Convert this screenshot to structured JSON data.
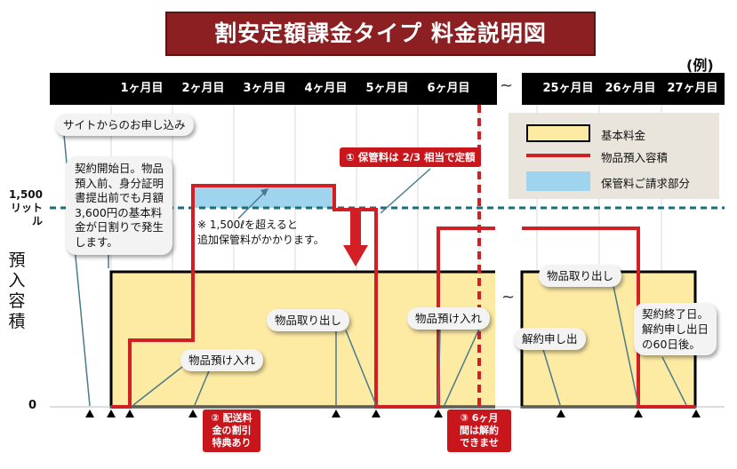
{
  "title": "割安定額課金タイプ 料金説明図",
  "example_label": "(例)",
  "timeline": {
    "months": [
      "1ヶ月目",
      "2ヶ月目",
      "3ヶ月目",
      "4ヶ月目",
      "5ヶ月目",
      "6ヶ月目",
      "25ヶ月目",
      "26ヶ月目",
      "27ヶ月目"
    ],
    "gap_symbol": "~"
  },
  "y_axis": {
    "capacity_label": "1,500\nリットル",
    "zero_label": "0",
    "title": "預入容積"
  },
  "legend": {
    "items": [
      {
        "label": "基本料金",
        "color": "#fdeaa3"
      },
      {
        "label": "物品預入容積",
        "color": "#d21f26"
      },
      {
        "label": "保管料ご請求部分",
        "color": "#9fd4ee"
      }
    ]
  },
  "callouts": {
    "online_apply": "サイトからのお申し込み",
    "contract_start": "契約開始日。物品\n預入前、身分証明\n書提出前でも月額\n3,600円の基本料\n金が日割りで発生\nします。",
    "deposit_1": "物品預け入れ",
    "retrieve_1": "物品取り出し",
    "deposit_2": "物品預け入れ",
    "cancel_request": "解約申し出",
    "retrieve_2": "物品取り出し",
    "contract_end": "契約終了日。\n解約申し出日\nの60日後。",
    "overflow_note": "※ 1,500ℓを超えると\n追加保管料がかかります。"
  },
  "tags": {
    "tag1": "① 保管料は 2/3 相当で定額",
    "tag2": "② 配送料\n金の割引\n特典あり",
    "tag3": "③ 6ヶ月\n間は解約\nできませ"
  },
  "colors": {
    "title_bg": "#8c1f22",
    "base_fee": "#fdeaa3",
    "volume_line": "#d21f26",
    "storage_fee": "#9fd4ee",
    "capacity_line": "#1f6b7a",
    "header": "#000000"
  }
}
